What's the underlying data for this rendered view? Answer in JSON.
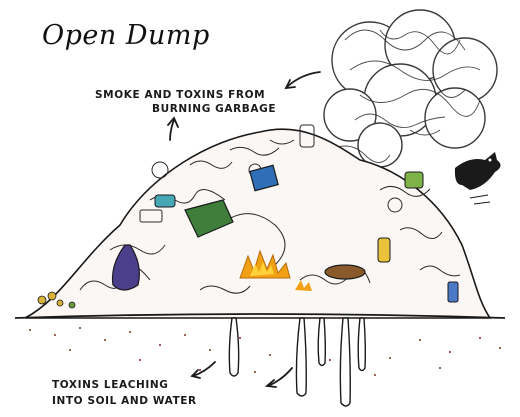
{
  "title": "Open Dump",
  "labels": {
    "smoke_line1": "SMOKE AND TOXINS FROM",
    "smoke_line2": "BURNING GARBAGE",
    "leach_line1": "TOXINS LEACHING",
    "leach_line2": "INTO SOIL AND WATER"
  },
  "colors": {
    "ink": "#1a1a1a",
    "smoke": "#3a3a3a",
    "fire_orange": "#f2a114",
    "fire_yellow": "#ffd23a",
    "soil_dots": "#7a2e22",
    "purple_bag": "#4b3f8c",
    "green_bottle": "#3e7d3a",
    "blue_carton": "#2f6fb8",
    "brown_shoe": "#8a5a2b",
    "teal_bottle": "#48a7b5"
  }
}
